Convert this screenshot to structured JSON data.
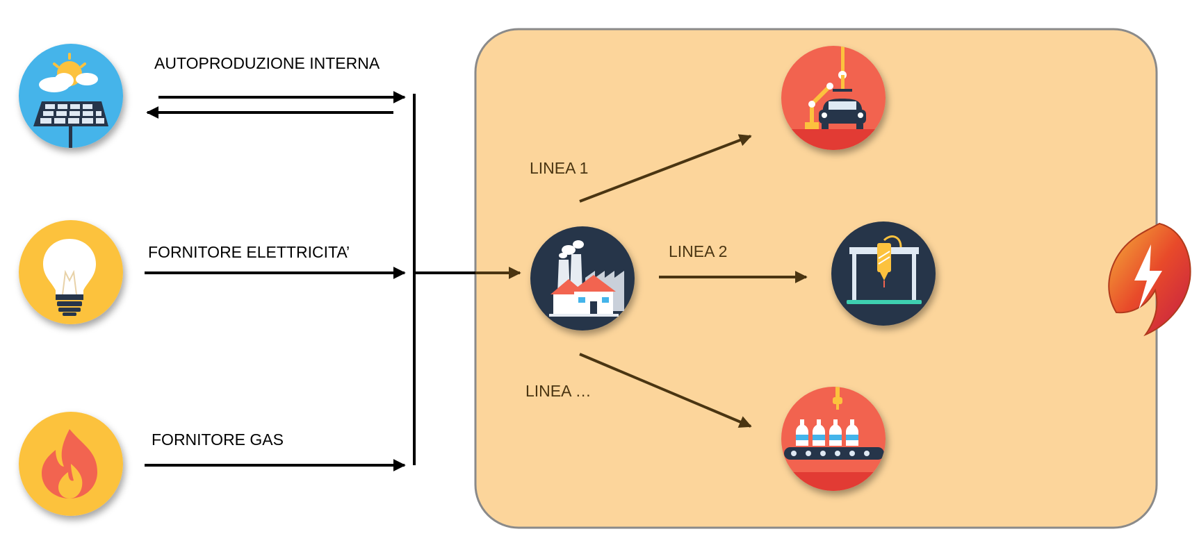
{
  "sources": {
    "solar": {
      "label": "AUTOPRODUZIONE INTERNA",
      "icon": "solar-panel-icon"
    },
    "electric": {
      "label": "FORNITORE ELETTRICITA’",
      "icon": "light-bulb-icon"
    },
    "gas": {
      "label": "FORNITORE GAS",
      "icon": "flame-icon"
    }
  },
  "plant": {
    "icon": "factory-icon",
    "lines": [
      {
        "label": "LINEA 1",
        "icon": "robot-arm-car-icon"
      },
      {
        "label": "LINEA 2",
        "icon": "cnc-machine-icon"
      },
      {
        "label": "LINEA …",
        "icon": "bottling-conveyor-icon"
      }
    ]
  },
  "logo": {
    "icon": "energy-flame-logo-icon"
  },
  "colors": {
    "box_fill": "#fcd59b",
    "box_stroke": "#8a8a8a",
    "arrow_black": "#000000",
    "arrow_brown": "#4a3512",
    "sky_blue": "#44b4ea",
    "yellow": "#fcc23e",
    "navy": "#26354a",
    "red_orange": "#f26450"
  }
}
